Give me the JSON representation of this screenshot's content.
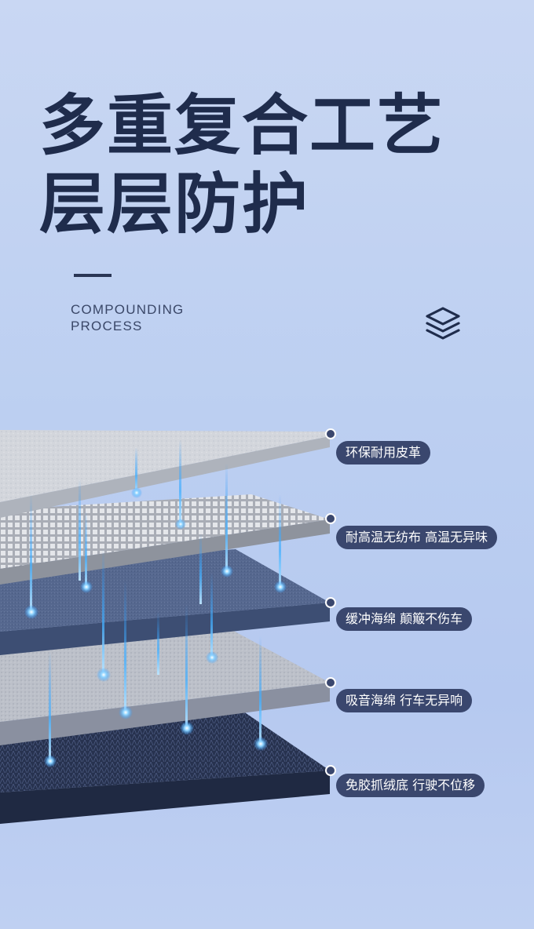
{
  "header": {
    "title_line1": "多重复合工艺",
    "title_line2": "层层防护",
    "subtitle_line1": "COMPOUNDING",
    "subtitle_line2": "PROCESS",
    "icon": "layers-icon"
  },
  "layers": [
    {
      "label": "环保耐用皮革"
    },
    {
      "label": "耐高温无纺布 高温无异味"
    },
    {
      "label": "缓冲海绵 颠簸不伤车"
    },
    {
      "label": "吸音海绵 行车无异响"
    },
    {
      "label": "免胶抓绒底 行驶不位移"
    }
  ],
  "colors": {
    "title": "#1f2c4c",
    "label_bg": "#3a476e",
    "accent_glow": "#2f9bff"
  }
}
